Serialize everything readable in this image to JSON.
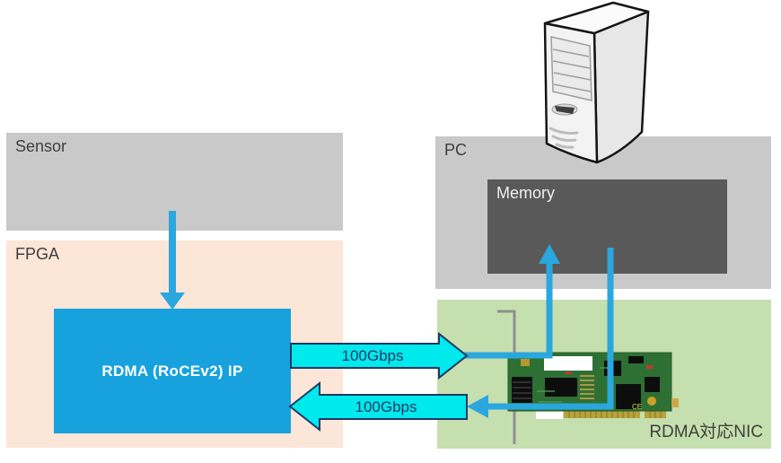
{
  "boxes": {
    "sensor": {
      "label": "Sensor"
    },
    "fpga": {
      "label": "FPGA"
    },
    "rdma_ip": {
      "label": "RDMA (RoCEv2) IP"
    },
    "pc": {
      "label": "PC"
    },
    "memory": {
      "label": "Memory"
    },
    "nic": {
      "label": "RDMA対応NIC"
    }
  },
  "flows": {
    "fpga_to_nic": {
      "label": "100Gbps"
    },
    "nic_to_fpga": {
      "label": "100Gbps"
    }
  },
  "nic_card": {
    "marking": "CE"
  },
  "icons": {
    "server_tower": "server-tower-illustration",
    "nic_card": "network-interface-card-illustration"
  },
  "colors": {
    "gray-box": "#c9c9c9",
    "peach": "#fbe6d8",
    "green-box": "#c6dfae",
    "dark-gray": "#595959",
    "rdma-blue": "#17a2dd",
    "line-blue": "#2aa7de",
    "cyan": "#00e9ed",
    "navy": "#1f3864"
  }
}
